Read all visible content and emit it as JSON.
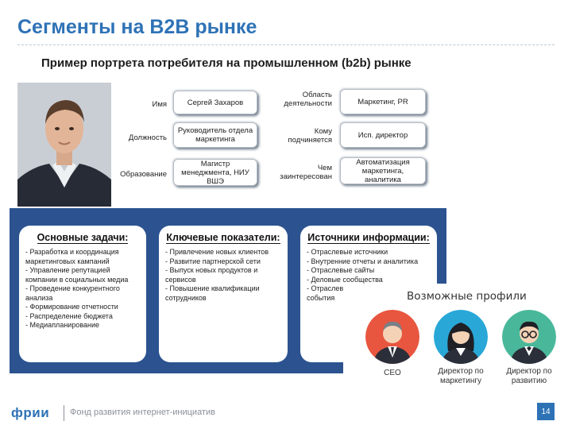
{
  "slide_title": "Сегменты на B2B рынке",
  "portrait": {
    "heading": "Пример портрета потребителя на промышленном (b2b) рынке",
    "fields": [
      {
        "label": "Имя",
        "value": "Сергей Захаров"
      },
      {
        "label": "Должность",
        "value": "Руководитель отдела маркетинга"
      },
      {
        "label": "Образование",
        "value": "Магистр менеджмента, НИУ ВШЭ"
      },
      {
        "label": "Область деятельности",
        "value": "Маркетинг, PR"
      },
      {
        "label": "Кому подчиняется",
        "value": "Исп. директор"
      },
      {
        "label": "Чем заинтересован",
        "value": "Автоматизация маркетинга, аналитика"
      }
    ]
  },
  "cards": [
    {
      "title": "Основные задачи:",
      "items": [
        "- Разработка и координация маркетинговых кампаний",
        "- Управление репутацией компании в социальных медиа",
        "- Проведение конкурентного анализа",
        "- Формирование отчетности",
        "- Распределение бюджета",
        "- Медиапланирование"
      ]
    },
    {
      "title": "Ключевые показатели:",
      "items": [
        "- Привлечение новых клиентов",
        "- Развитие партнерской сети",
        "- Выпуск новых продуктов и сервисов",
        "- Повышение квалификации сотрудников"
      ]
    },
    {
      "title": "Источники информации:",
      "items": [
        "- Отраслевые источники",
        "- Внутренние отчеты и аналитика",
        "- Отраслевые сайты",
        "- Деловые сообщества",
        "- Отраслевые конференции, события"
      ]
    }
  ],
  "profiles": {
    "title": "Возможные профили",
    "items": [
      {
        "caption": "CEO",
        "icon": "ceo-avatar-icon",
        "color": "#e8563f"
      },
      {
        "caption": "Директор по маркетингу",
        "icon": "marketing-director-avatar-icon",
        "color": "#29a8d8"
      },
      {
        "caption": "Директор по развитию",
        "icon": "development-director-avatar-icon",
        "color": "#49b89a"
      }
    ]
  },
  "footer": {
    "logo": "фрии",
    "org": "Фонд развития интернет-инициатив",
    "page": "14"
  },
  "colors": {
    "accent": "#2e72b6",
    "panel_blue": "#2c5390"
  }
}
